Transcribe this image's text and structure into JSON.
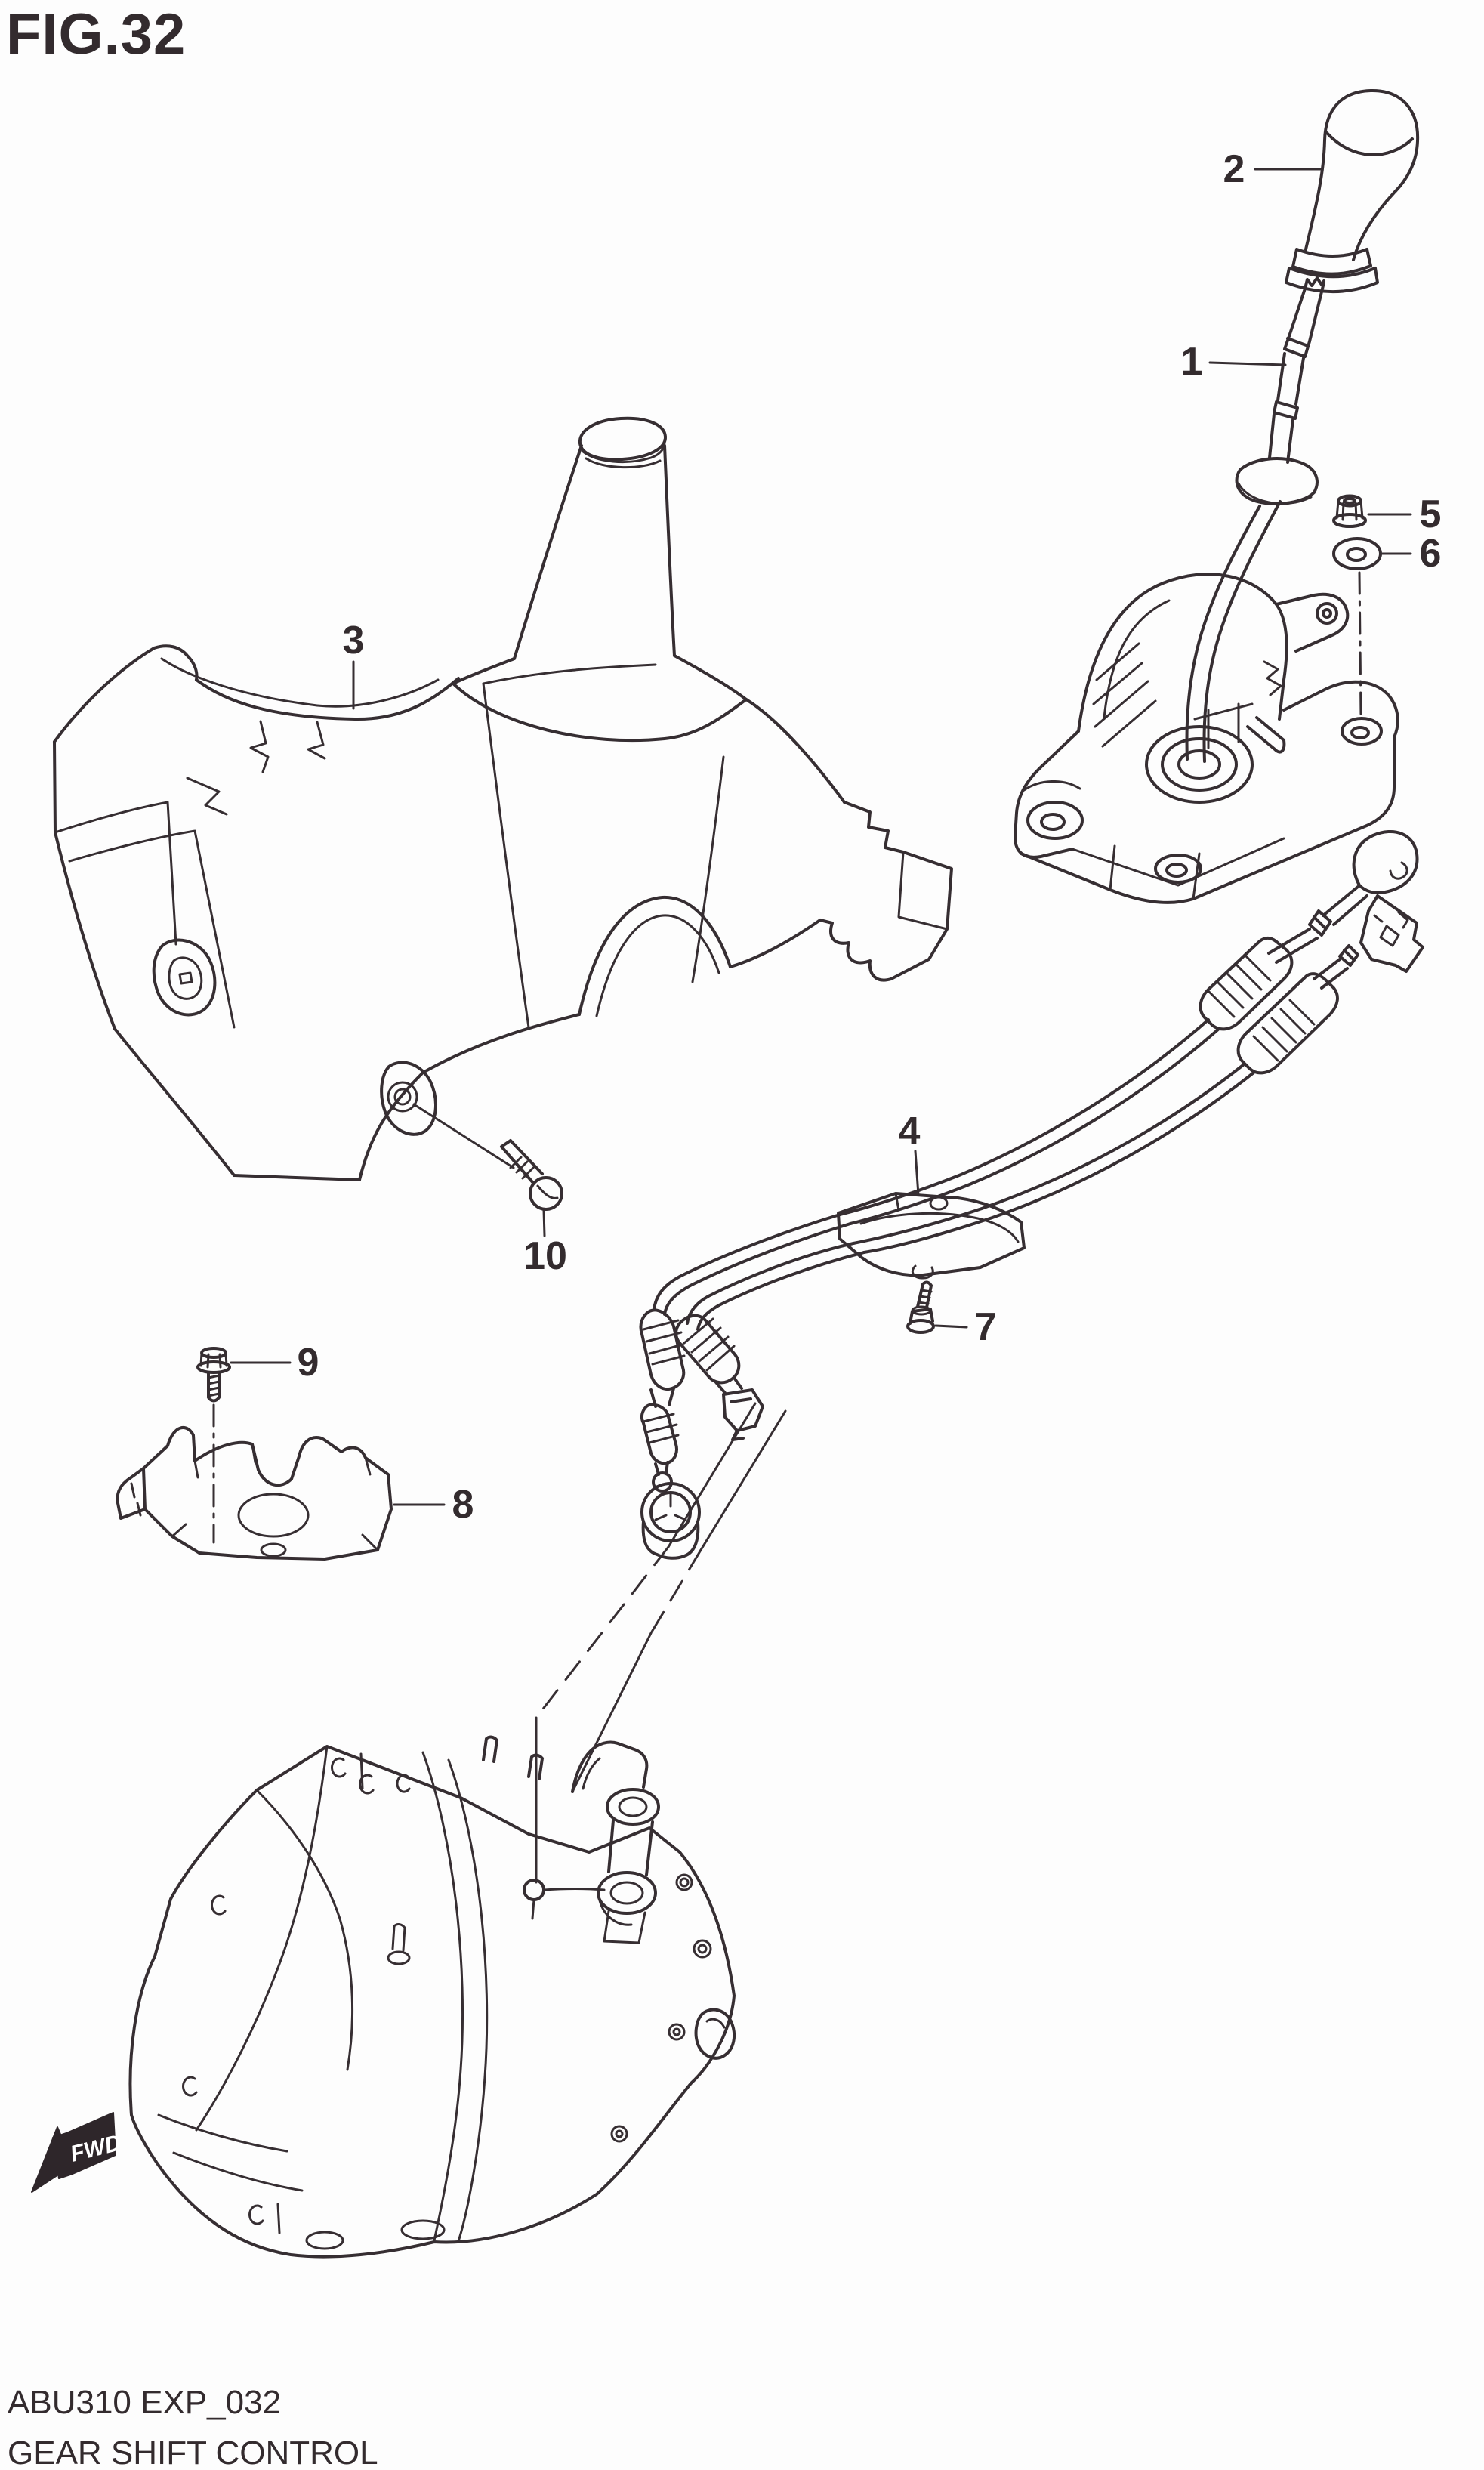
{
  "figure": {
    "title": "FIG.32"
  },
  "footer": {
    "model_code": "ABU310 EXP_032",
    "figure_name": "GEAR SHIFT CONTROL"
  },
  "direction_marker": {
    "label": "FWD"
  },
  "callouts": [
    {
      "number": "1"
    },
    {
      "number": "2"
    },
    {
      "number": "3"
    },
    {
      "number": "4"
    },
    {
      "number": "5"
    },
    {
      "number": "6"
    },
    {
      "number": "7"
    },
    {
      "number": "8"
    },
    {
      "number": "9"
    },
    {
      "number": "10"
    }
  ],
  "colors": {
    "line": "#362e32",
    "text": "#332b2e",
    "background": "#fdfdfd",
    "marker_fill": "#2e262a",
    "marker_text": "#ffffff"
  }
}
